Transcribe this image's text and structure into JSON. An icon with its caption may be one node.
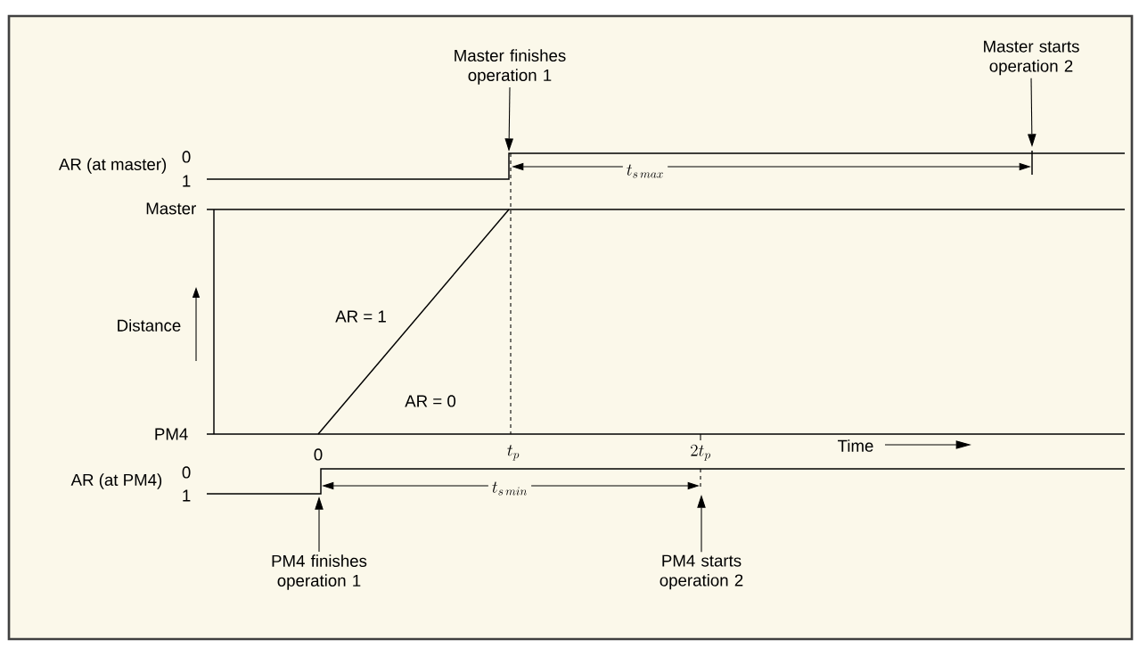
{
  "diagram": {
    "nodes": [
      {
        "text": [
          "Master finishes operation 1"
        ]
      },
      {
        "text": [
          "Master starts operation 2"
        ]
      },
      {
        "text": [
          "PM4 finishes operation 1"
        ]
      },
      {
        "text": [
          "PM4 starts operation 2"
        ]
      }
    ],
    "edges": [
      {
        "from": 0,
        "to": null,
        "arrow": "to"
      },
      {
        "from": 1,
        "to": null,
        "arrow": "to"
      },
      {
        "from": 2,
        "to": null,
        "arrow": "to"
      },
      {
        "from": 3,
        "to": null,
        "arrow": "to"
      }
    ],
    "labels": [
      "AR (at master)",
      "0",
      "1",
      "t_{s\\,max}",
      "Master",
      "Distance",
      "AR = 1",
      "AR = 0",
      "PM4",
      "0",
      "t_{p}",
      "2t_{p}",
      "Time",
      "AR (at PM4)",
      "0",
      "1",
      "t_{s\\,min}"
    ]
  }
}
